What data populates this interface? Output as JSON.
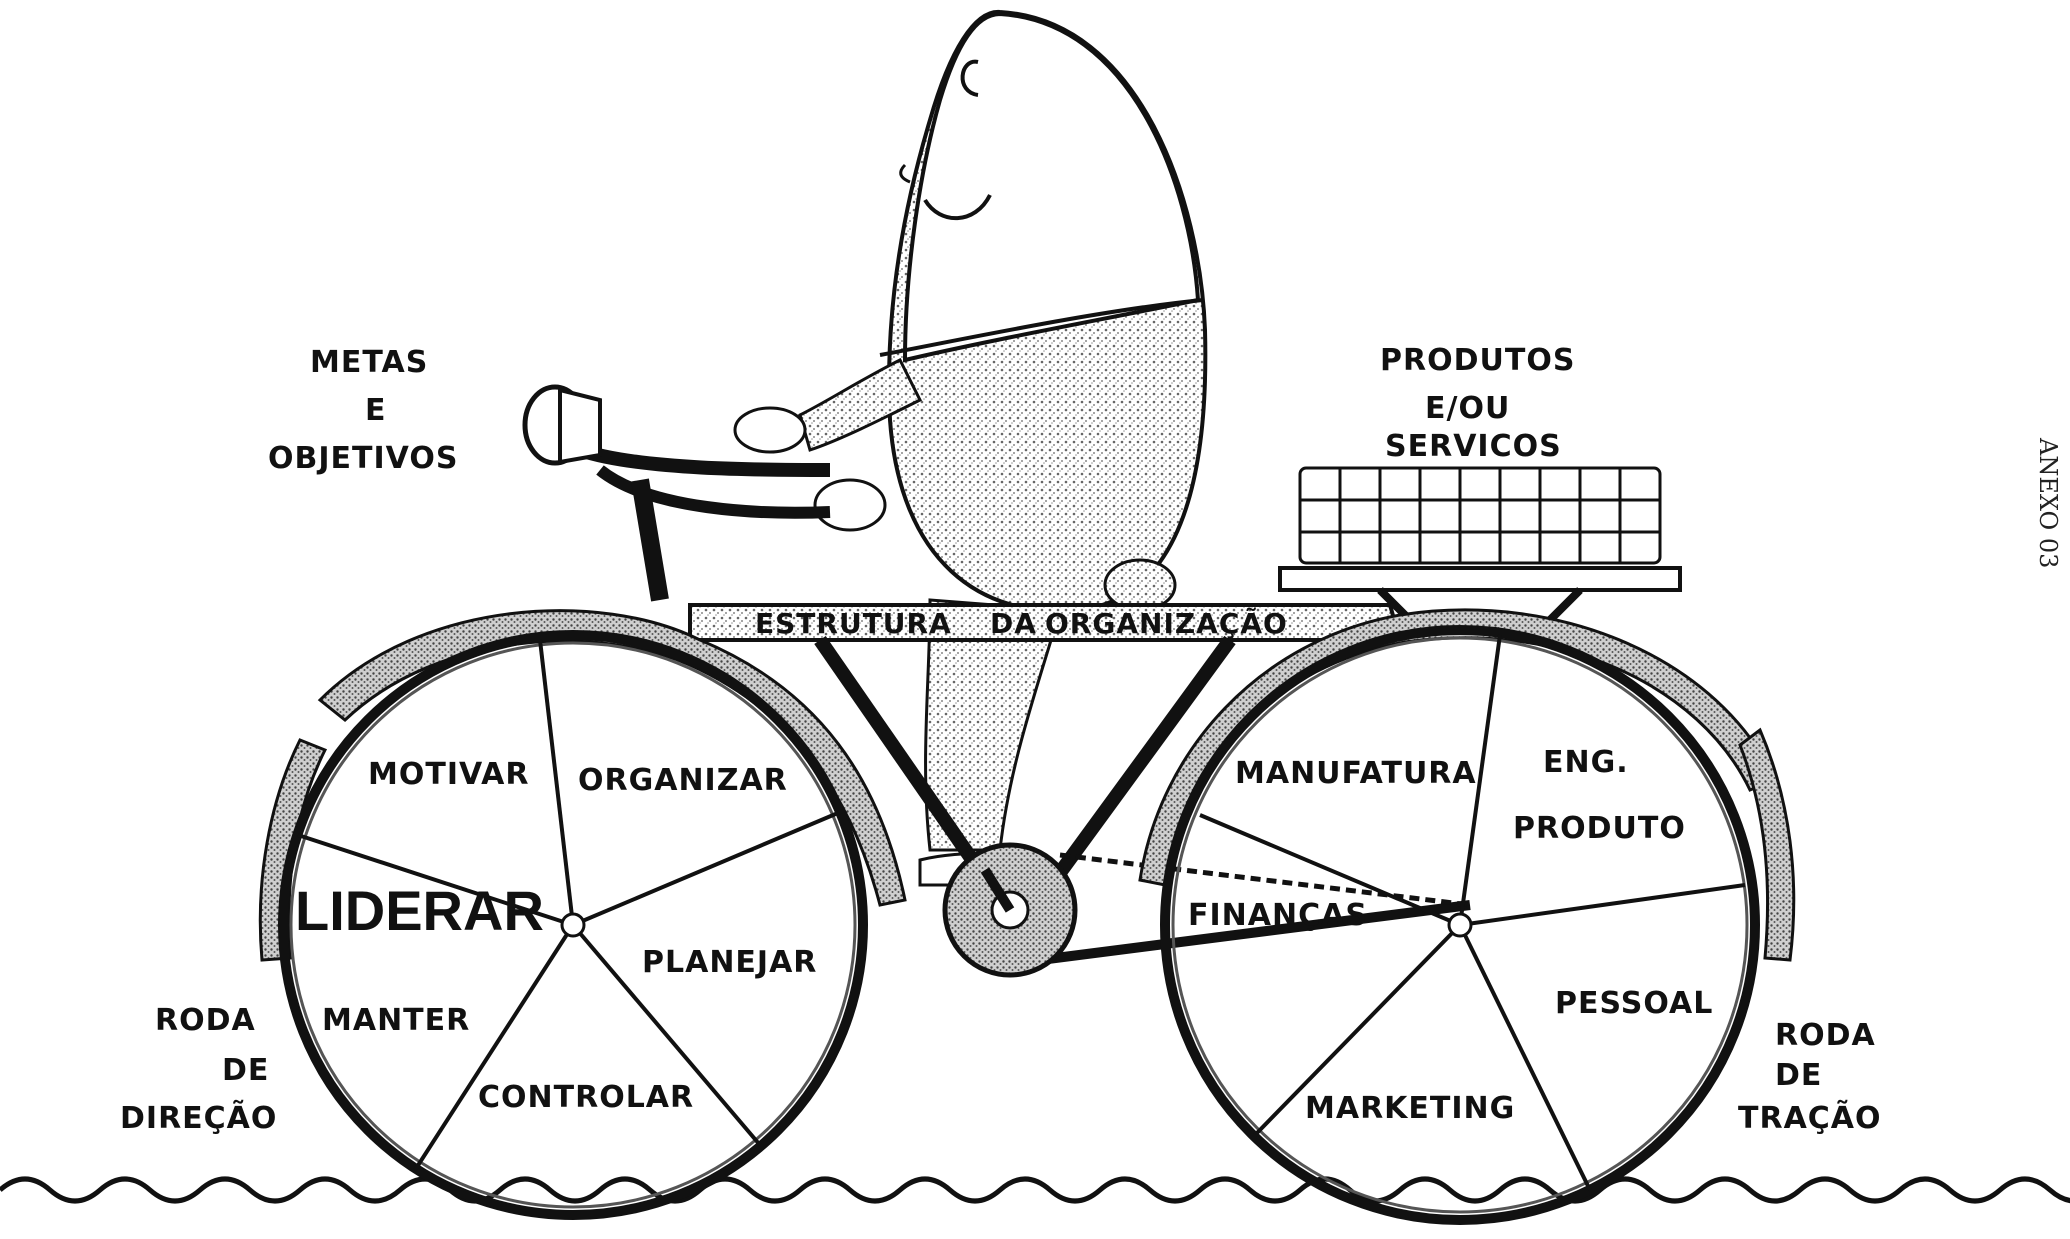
{
  "left_notes": {
    "goals": [
      "METAS",
      "E",
      "OBJETIVOS"
    ],
    "steering_wheel": [
      "RODA",
      "DE",
      "DIREÇÃO"
    ]
  },
  "right_notes": {
    "products": [
      "PRODUTOS",
      "E/OU",
      "SERVICOS"
    ],
    "traction_wheel": [
      "RODA",
      "DE",
      "TRAÇÃO"
    ]
  },
  "frame_label": {
    "part1": "ESTRUTURA",
    "part2": "DA",
    "part3": "ORGANIZAÇÃO"
  },
  "front_wheel": {
    "motivar": "MOTIVAR",
    "organizar": "ORGANIZAR",
    "liderar": "LIDERAR",
    "planejar": "PLANEJAR",
    "manter": "MANTER",
    "controlar": "CONTROLAR"
  },
  "rear_wheel": {
    "manufatura": "MANUFATURA",
    "eng1": "ENG.",
    "eng2": "PRODUTO",
    "financas": "FINANÇAS",
    "pessoal": "PESSOAL",
    "marketing": "MARKETING"
  },
  "annex_label": "ANEXO 03"
}
